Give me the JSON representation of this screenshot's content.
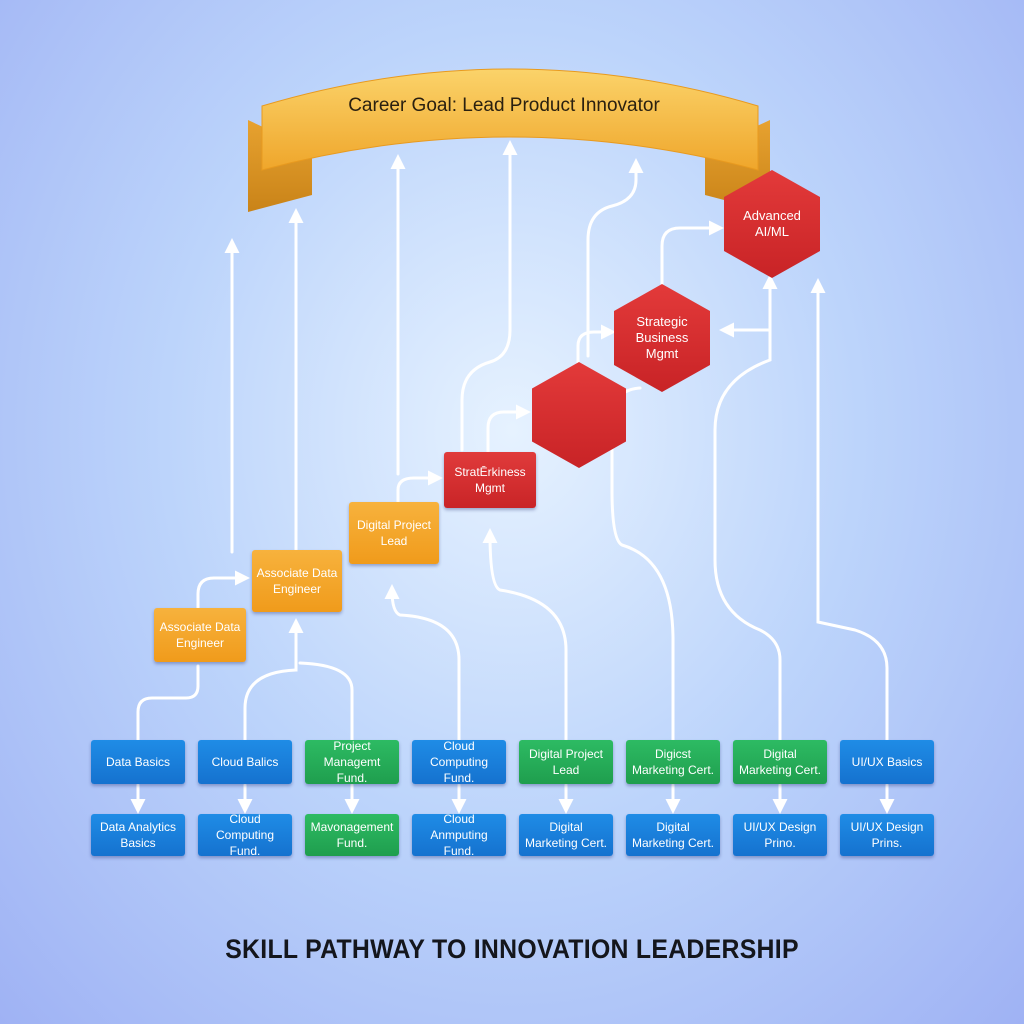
{
  "goal": {
    "label": "Career Goal: Lead Product Innovator"
  },
  "footer": {
    "title": "SKILL PATHWAY TO INNOVATION LEADERSHIP"
  },
  "colors": {
    "blue": "#1a7fdb",
    "green": "#25ae5a",
    "orange": "#f4a62a",
    "red": "#d42f31",
    "banner": "#f5b83c"
  },
  "foundation_top": [
    {
      "label": "Data Basics",
      "color": "blue"
    },
    {
      "label": "Cloud Balics",
      "color": "blue"
    },
    {
      "label": "Project Managemt Fund.",
      "color": "green"
    },
    {
      "label": "Cloud Computing Fund.",
      "color": "blue"
    },
    {
      "label": "Digital Project Lead",
      "color": "green"
    },
    {
      "label": "Digicst Marketing Cert.",
      "color": "green"
    },
    {
      "label": "Digital Marketing Cert.",
      "color": "green"
    },
    {
      "label": "UI/UX Basics",
      "color": "blue"
    }
  ],
  "foundation_bottom": [
    {
      "label": "Data Analytics Basics",
      "color": "blue"
    },
    {
      "label": "Cloud Computing Fund.",
      "color": "blue"
    },
    {
      "label": "Mavonagement Fund.",
      "color": "green"
    },
    {
      "label": "Cloud Anmputing Fund.",
      "color": "blue"
    },
    {
      "label": "Digital Marketing Cert.",
      "color": "blue"
    },
    {
      "label": "Digital Marketing Cert.",
      "color": "blue"
    },
    {
      "label": "UI/UX Design Prino.",
      "color": "blue"
    },
    {
      "label": "UI/UX Design Prins.",
      "color": "blue"
    }
  ],
  "milestones": [
    {
      "label": "Associate Data Engineer",
      "color": "orange"
    },
    {
      "label": "Associate Data Engineer",
      "color": "orange"
    },
    {
      "label": "Digital Project Lead",
      "color": "orange"
    },
    {
      "label": "StratĒrkiness Mgmt",
      "color": "red"
    }
  ],
  "hexagons": [
    {
      "label": ""
    },
    {
      "label": "Strategic Business Mgmt"
    },
    {
      "label": "Advanced AI/ML"
    }
  ]
}
